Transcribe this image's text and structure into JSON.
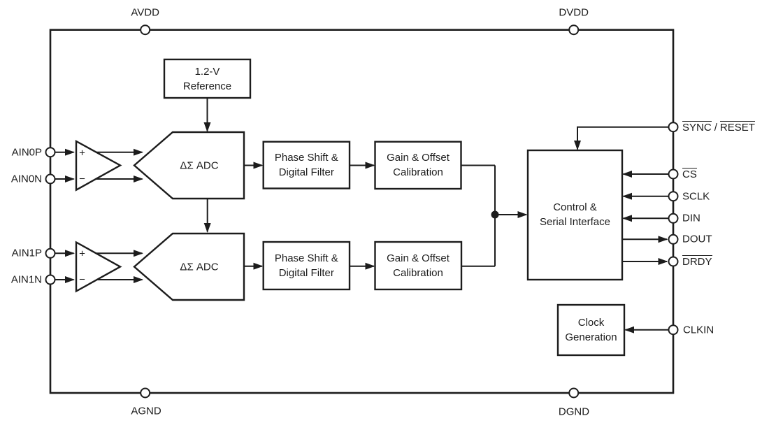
{
  "pins": {
    "top": {
      "avdd": "AVDD",
      "dvdd": "DVDD"
    },
    "bottom": {
      "agnd": "AGND",
      "dgnd": "DGND"
    },
    "left": {
      "ain0p": "AIN0P",
      "ain0n": "AIN0N",
      "ain1p": "AIN1P",
      "ain1n": "AIN1N"
    },
    "right": {
      "sync": "SYNC",
      "sync_reset_separator": "/",
      "reset": "RESET",
      "cs": "CS",
      "sclk": "SCLK",
      "din": "DIN",
      "dout": "DOUT",
      "drdy": "DRDY",
      "clkin": "CLKIN"
    }
  },
  "blocks": {
    "reference": {
      "line1": "1.2-V",
      "line2": "Reference"
    },
    "adc_ch0": {
      "label": "ΔΣ ADC"
    },
    "adc_ch1": {
      "label": "ΔΣ ADC"
    },
    "phase_ch0": {
      "line1": "Phase Shift &",
      "line2": "Digital Filter"
    },
    "phase_ch1": {
      "line1": "Phase Shift &",
      "line2": "Digital Filter"
    },
    "gain_ch0": {
      "line1": "Gain & Offset",
      "line2": "Calibration"
    },
    "gain_ch1": {
      "line1": "Gain & Offset",
      "line2": "Calibration"
    },
    "control": {
      "line1": "Control &",
      "line2": "Serial Interface"
    },
    "clock": {
      "line1": "Clock",
      "line2": "Generation"
    }
  },
  "amplifiers": {
    "plus": "+",
    "minus": "−"
  },
  "colors": {
    "line": "#1c1c1c",
    "background": "#ffffff"
  }
}
